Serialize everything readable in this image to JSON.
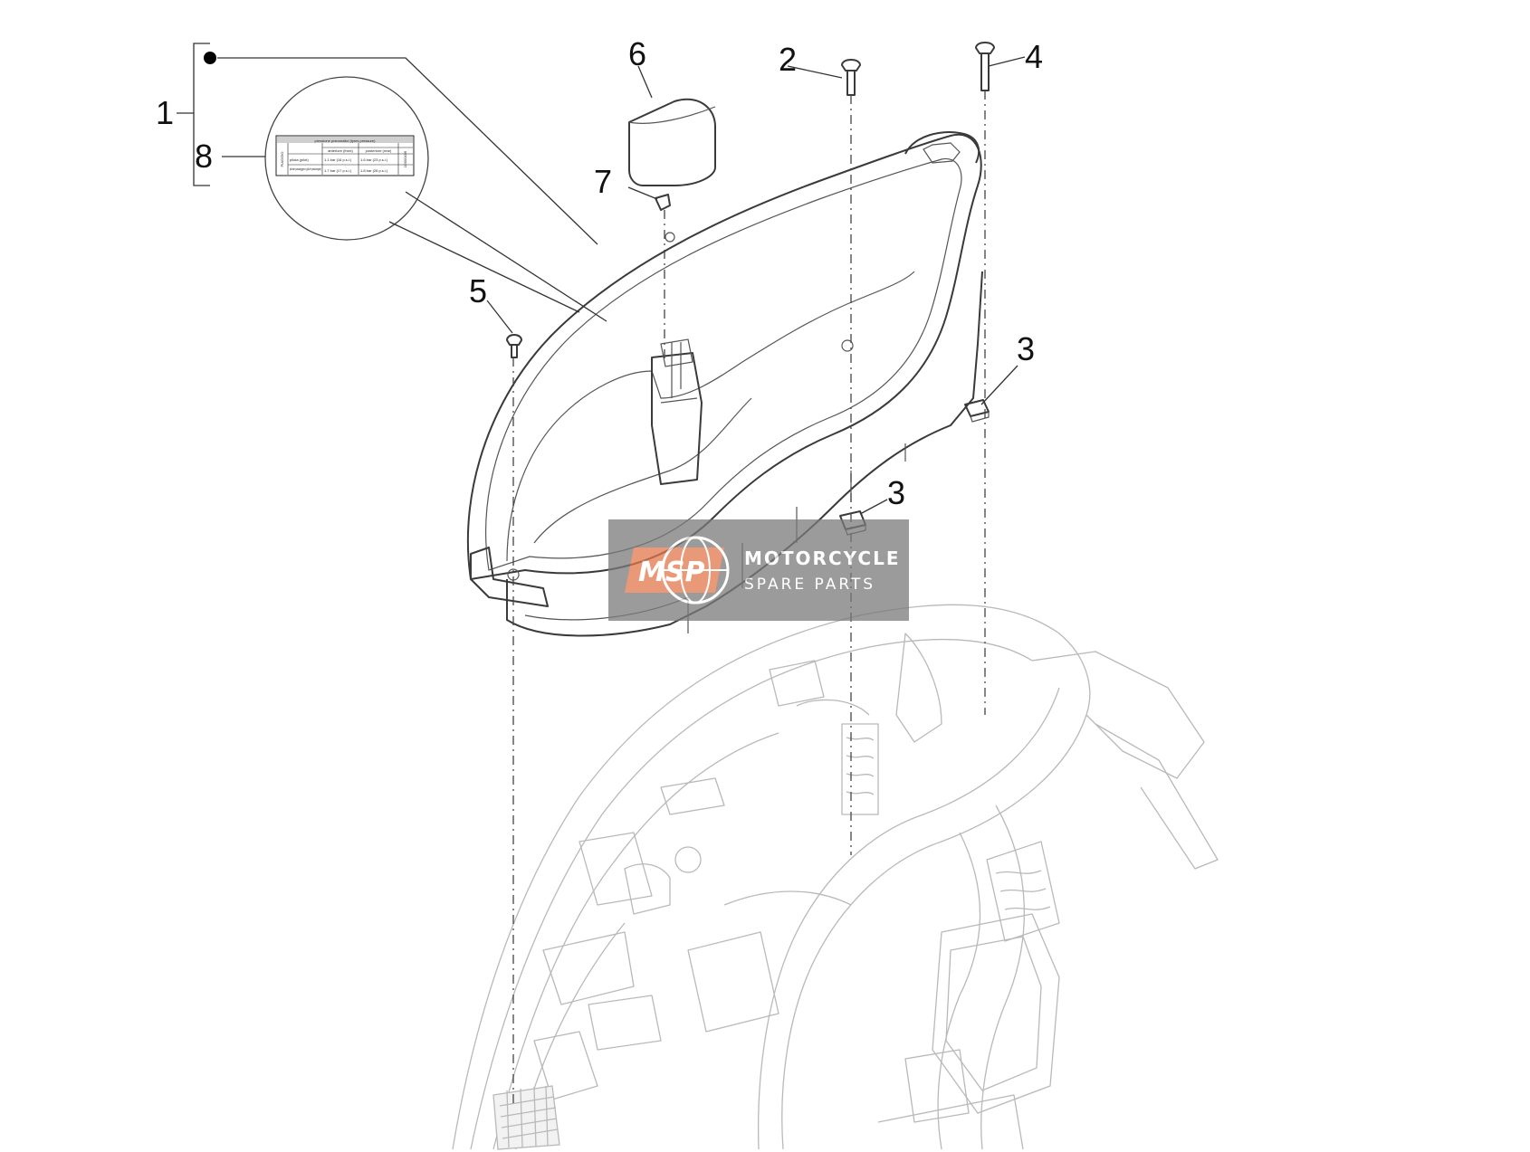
{
  "callouts": {
    "c1": "1",
    "c2": "2",
    "c3a": "3",
    "c3b": "3",
    "c4": "4",
    "c5": "5",
    "c6": "6",
    "c7": "7",
    "c8": "8"
  },
  "label_text": {
    "header": "pressione pneumatici (tyres pressure)",
    "col_front": "anteriore (front)",
    "col_rear": "posteriore (rear)",
    "row1_name": "pilota (pilot)",
    "row1_front": "1.1 bar (16 p.s.i.)",
    "row1_rear": "1.6 bar (23 p.s.i.)",
    "row2_name": "pilota+passeggero (pilot+passenger)",
    "row2_front": "1.7 bar (17 p.s.i.)",
    "row2_rear": "1.8 bar (26 p.s.i.)",
    "brand": "PIAGGIO",
    "code": "1D000436"
  },
  "watermark": {
    "logo": "MSP",
    "title": "MOTORCYCLE",
    "subtitle": "SPARE PARTS"
  },
  "colors": {
    "watermark_bg": "#7a7a7a",
    "watermark_logo": "#e2774a",
    "ink": "#333333",
    "ghost_ink": "#b9b9b9"
  }
}
